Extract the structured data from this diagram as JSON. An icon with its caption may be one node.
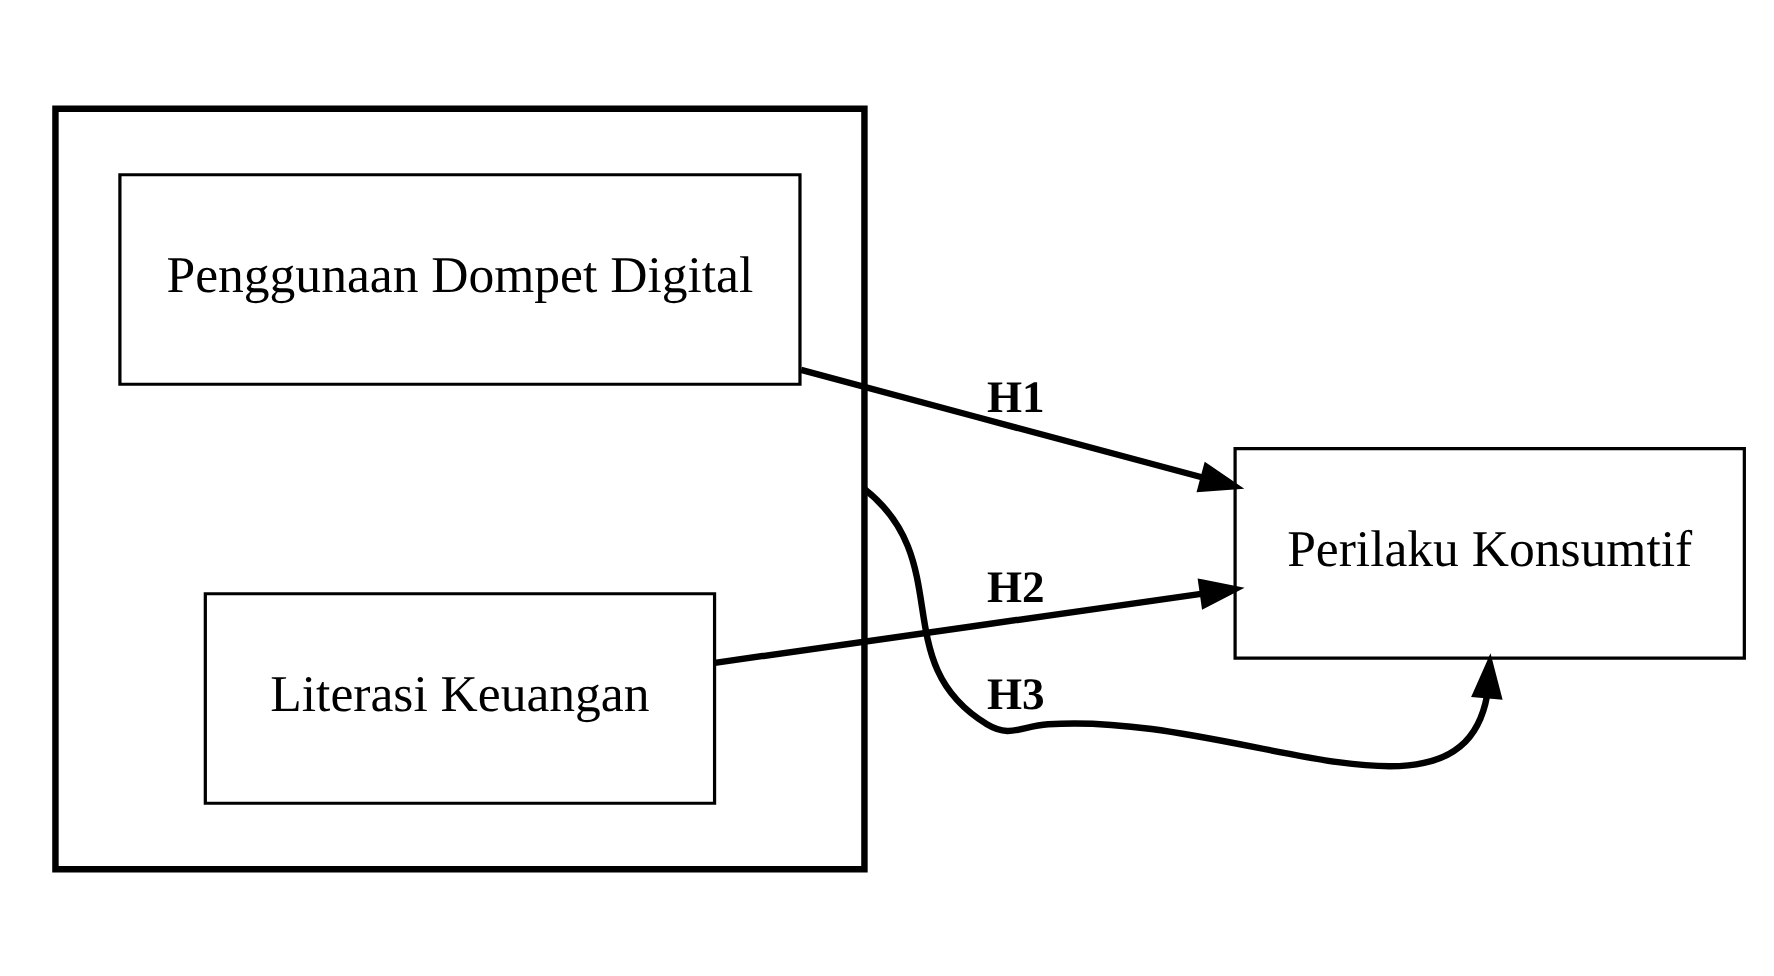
{
  "diagram": {
    "nodes": [
      {
        "text": [],
        "shape": "box"
      },
      {
        "text": [
          "Penggunaan Dompet Digital"
        ],
        "in": 0
      },
      {
        "text": [
          "Literasi Keuangan"
        ],
        "in": 0
      },
      {
        "text": [
          "Perilaku Konsumtif"
        ]
      }
    ],
    "edges": [
      {
        "from": 1,
        "to": 3,
        "arrow": "to",
        "label": "H1"
      },
      {
        "from": 2,
        "to": 3,
        "arrow": "to",
        "label": "H2"
      },
      {
        "from": 0,
        "to": 3,
        "arrow": "to",
        "label": "H3"
      }
    ]
  }
}
